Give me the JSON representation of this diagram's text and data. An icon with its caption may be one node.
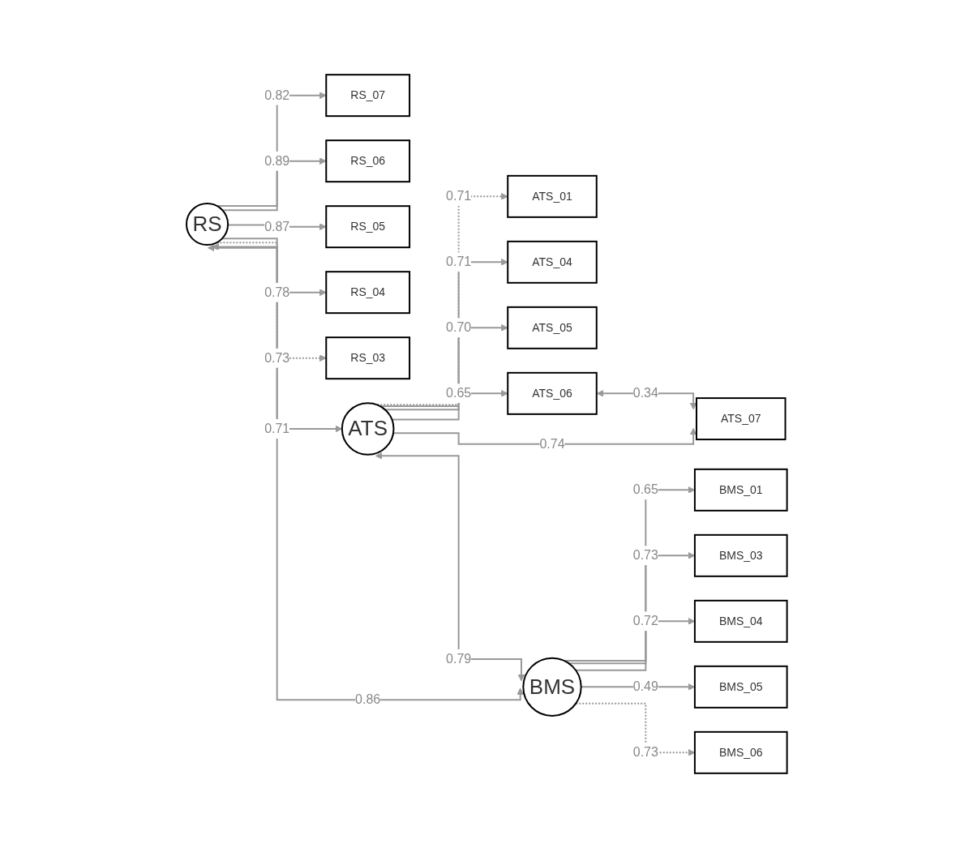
{
  "diagram": {
    "nodes": [
      {
        "text": [
          "RS_07"
        ]
      },
      {
        "text": [
          "ATS_01"
        ]
      },
      {
        "text": [
          "RS_06"
        ]
      },
      {
        "text": [
          "ATS_04"
        ]
      },
      {
        "text": [
          "RS_05"
        ]
      },
      {
        "text": [
          "ATS_05"
        ]
      },
      {
        "text": [
          "RS"
        ]
      },
      {
        "text": [
          "ATS"
        ]
      },
      {
        "text": [
          "RS_04"
        ]
      },
      {
        "text": [
          "ATS_06"
        ]
      },
      {
        "text": [
          "RS_03"
        ]
      },
      {
        "text": [
          "BMS"
        ]
      },
      {
        "text": [
          "ATS_07"
        ]
      },
      {
        "text": [
          "BMS_01"
        ]
      },
      {
        "text": [
          "BMS_06"
        ]
      },
      {
        "text": [
          "BMS_03"
        ]
      },
      {
        "text": [
          "BMS_05"
        ]
      },
      {
        "text": [
          "BMS_04"
        ]
      }
    ],
    "edges": [
      {
        "from": 6,
        "to": 0,
        "arrow": "to",
        "label": "0.82"
      },
      {
        "from": 6,
        "to": 2,
        "arrow": "to",
        "label": "0.89"
      },
      {
        "from": 6,
        "to": 4,
        "arrow": "to",
        "label": "0.87"
      },
      {
        "from": 6,
        "to": 8,
        "arrow": "to",
        "label": "0.78"
      },
      {
        "from": 6,
        "to": 10,
        "arrow": "to",
        "label": "0.73",
        "style": "dashed"
      },
      {
        "from": 7,
        "to": 1,
        "arrow": "to",
        "label": "0.71",
        "style": "dashed"
      },
      {
        "from": 7,
        "to": 3,
        "arrow": "to",
        "label": "0.71"
      },
      {
        "from": 7,
        "to": 5,
        "arrow": "to",
        "label": "0.70"
      },
      {
        "from": 7,
        "to": 9,
        "arrow": "to",
        "label": "0.65"
      },
      {
        "from": 7,
        "to": 12,
        "arrow": "to",
        "label": "0.74"
      },
      {
        "from": 11,
        "to": 13,
        "arrow": "to",
        "label": "0.65"
      },
      {
        "from": 11,
        "to": 15,
        "arrow": "to",
        "label": "0.73"
      },
      {
        "from": 11,
        "to": 17,
        "arrow": "to",
        "label": "0.72"
      },
      {
        "from": 11,
        "to": 16,
        "arrow": "to",
        "label": "0.49"
      },
      {
        "from": 11,
        "to": 14,
        "arrow": "to",
        "label": "0.73",
        "style": "dashed"
      },
      {
        "from": 6,
        "to": 7,
        "arrow": "both",
        "label": "0.71"
      },
      {
        "from": 6,
        "to": 11,
        "arrow": "both",
        "label": "0.86"
      },
      {
        "from": 7,
        "to": 11,
        "arrow": "both",
        "label": "0.79"
      },
      {
        "from": 9,
        "to": 12,
        "arrow": "both",
        "label": "0.34"
      }
    ]
  }
}
